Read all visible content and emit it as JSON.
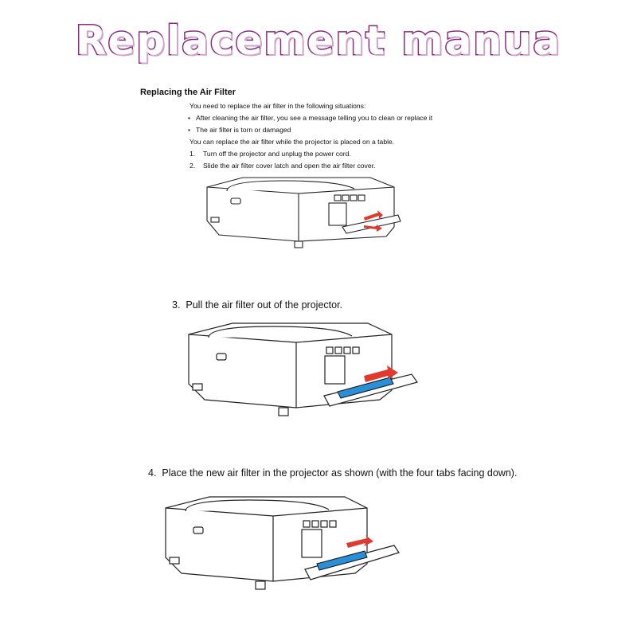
{
  "banner": {
    "text": "Replacement manua"
  },
  "section": {
    "title": "Replacing the Air Filter"
  },
  "intro": "You need to replace the air filter in the following situations:",
  "bullets": [
    "After cleaning the air filter, you see a message telling you to clean or replace it",
    "The air filter is torn or damaged"
  ],
  "table_note": "You can replace the air filter while the projector is placed on a table.",
  "steps": [
    {
      "num": "1.",
      "text": "Turn off the projector and unplug the power cord."
    },
    {
      "num": "2.",
      "text": "Slide the air filter cover latch and open the air filter cover."
    },
    {
      "num": "3.",
      "text": "Pull the air filter out of the projector."
    },
    {
      "num": "4.",
      "text": "Place the new air filter in the projector as shown (with the four tabs facing down)."
    }
  ],
  "colors": {
    "banner_outline": "#8a2a82",
    "arrow_red": "#e03a2f",
    "filter_blue": "#2a8fd6"
  },
  "illustrations": [
    "projector-open-cover-latch-illustration",
    "projector-pull-filter-illustration",
    "projector-insert-filter-illustration"
  ]
}
